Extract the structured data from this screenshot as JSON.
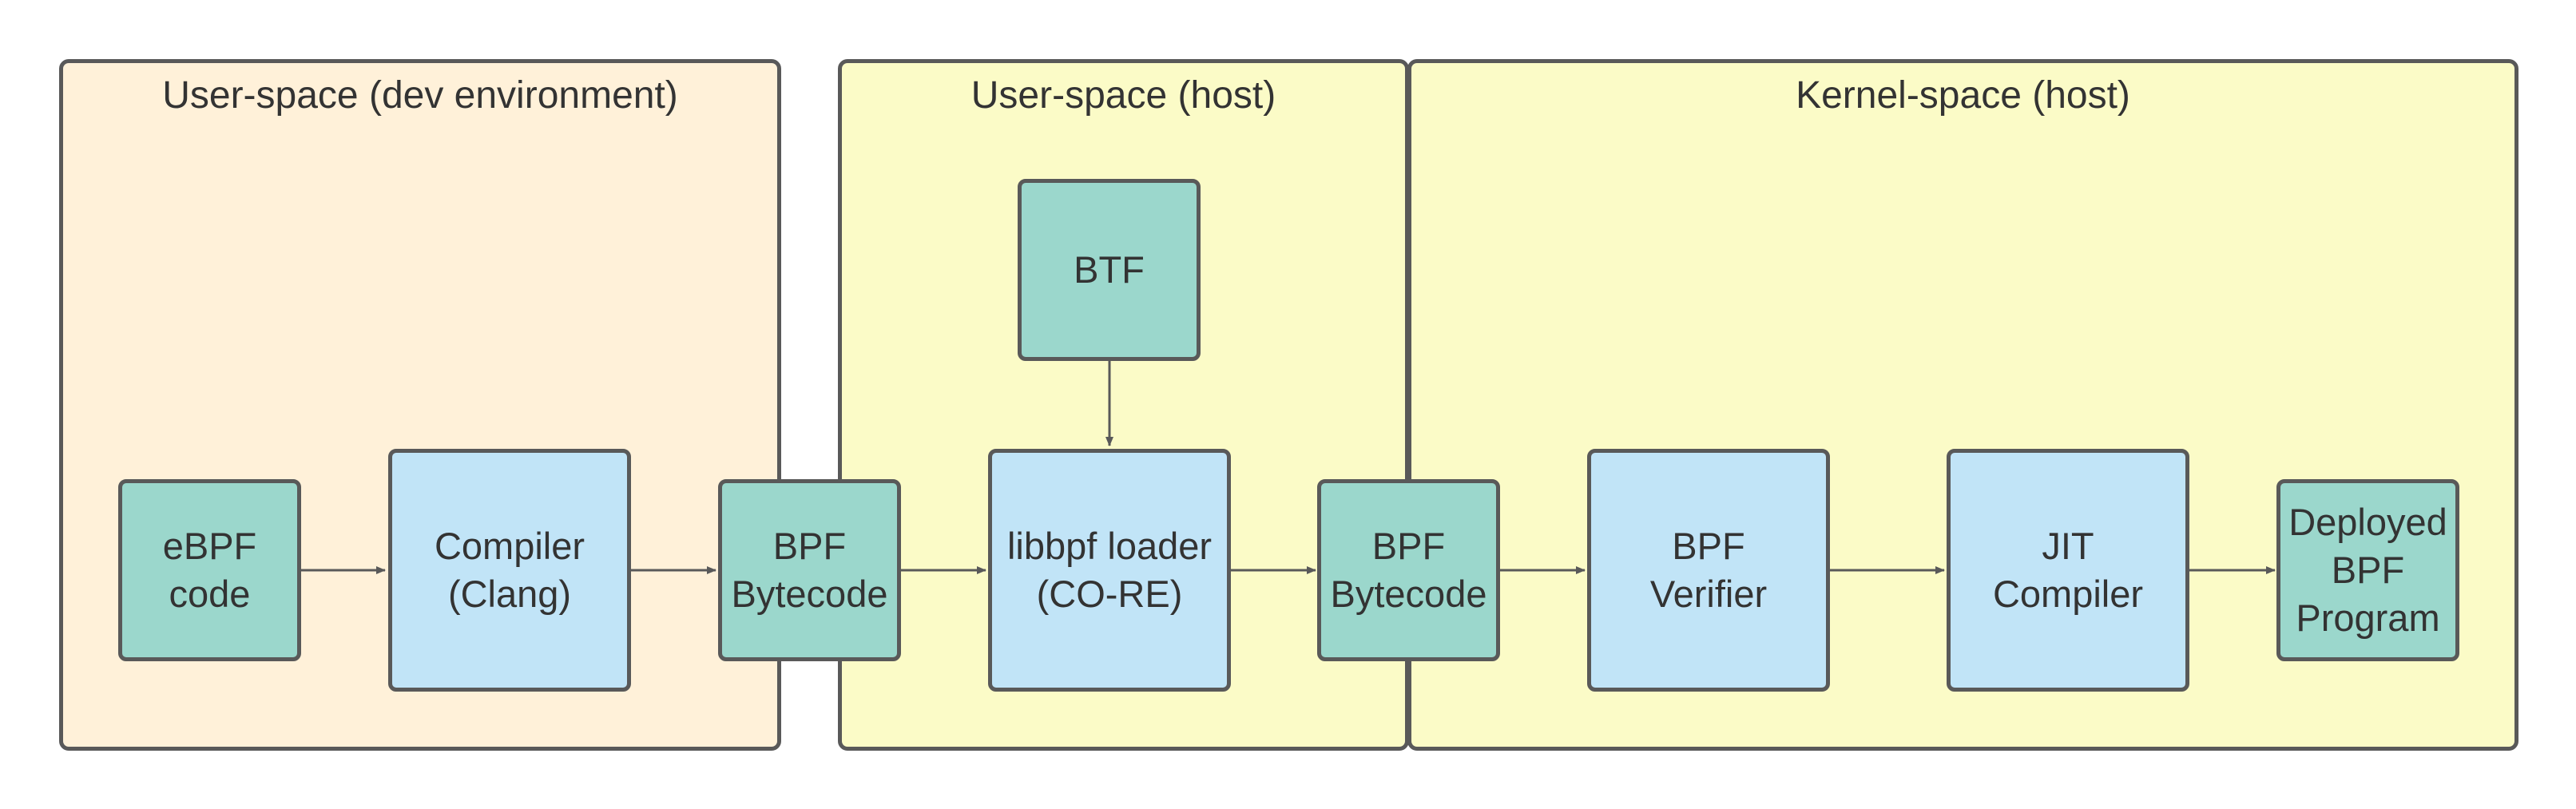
{
  "colors": {
    "dev_zone": "#fff1d9",
    "host_zone": "#fbfbc7",
    "artifact": "#9bd7cc",
    "process": "#c1e4f7",
    "border": "#595959",
    "text": "#333333"
  },
  "zones": {
    "dev": "User-space (dev environment)",
    "user_host": "User-space (host)",
    "kernel_host": "Kernel-space (host)"
  },
  "nodes": {
    "ebpf_code": "eBPF\ncode",
    "compiler": "Compiler\n(Clang)",
    "bytecode_1": "BPF\nBytecode",
    "btf": "BTF",
    "libbpf_loader": "libbpf loader\n(CO-RE)",
    "bytecode_2": "BPF\nBytecode",
    "verifier": "BPF\nVerifier",
    "jit": "JIT\nCompiler",
    "deployed": "Deployed\nBPF\nProgram"
  }
}
